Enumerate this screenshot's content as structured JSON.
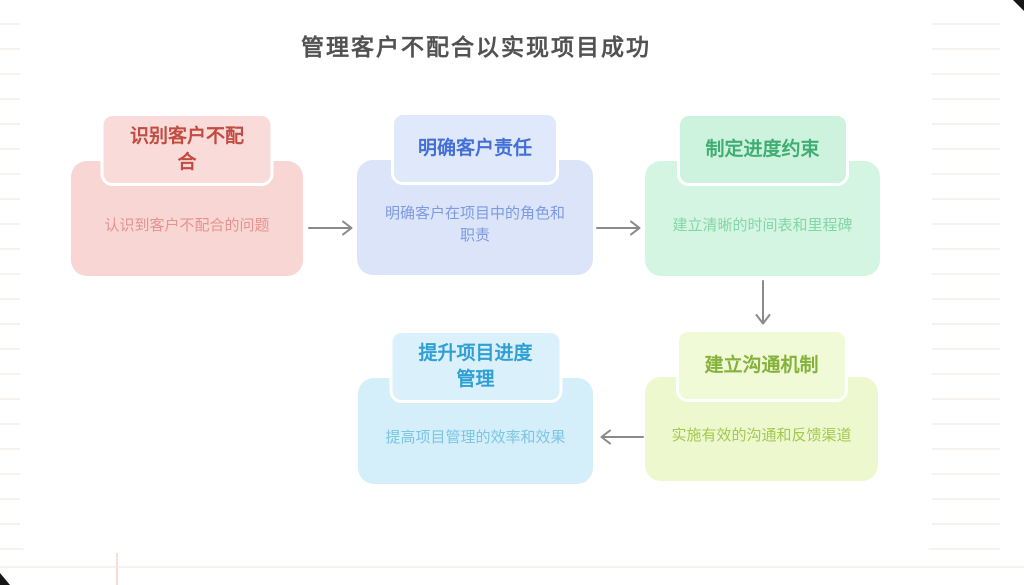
{
  "title": "管理客户不配合以实现项目成功",
  "canvas": {
    "background": "#ffffff",
    "ruled_line_color": "#f5f2f0",
    "arrow_color": "#8a8a8a",
    "title_color": "#525252",
    "corner_mark_color": "#161616",
    "caret_color": "#f8ddd4"
  },
  "nodes": [
    {
      "id": "identify-noncooperation",
      "title": "识别客户不配合",
      "desc": "认识到客户不配合的问题",
      "title_color": "#c24b42",
      "desc_color": "#e4948d",
      "header_bg": "#f9dcd9",
      "body_bg": "#f7d6d3"
    },
    {
      "id": "clarify-responsibility",
      "title": "明确客户责任",
      "desc": "明确客户在项目中的角色和职责",
      "title_color": "#4470d6",
      "desc_color": "#7d9ae2",
      "header_bg": "#e0e9fb",
      "body_bg": "#dbe4f8"
    },
    {
      "id": "set-schedule-constraints",
      "title": "制定进度约束",
      "desc": "建立清晰的时间表和里程碑",
      "title_color": "#3fae72",
      "desc_color": "#83d6a8",
      "header_bg": "#cdf2dd",
      "body_bg": "#d4f5e1"
    },
    {
      "id": "establish-communication",
      "title": "建立沟通机制",
      "desc": "实施有效的沟通和反馈渠道",
      "title_color": "#85b23c",
      "desc_color": "#a3c94e",
      "header_bg": "#f1fad6",
      "body_bg": "#edf8cf"
    },
    {
      "id": "improve-progress-management",
      "title": "提升项目进度管理",
      "desc": "提高项目管理的效率和效果",
      "title_color": "#2f9fd4",
      "desc_color": "#7cc5e3",
      "header_bg": "#daf1fc",
      "body_bg": "#d4eefa"
    }
  ],
  "edges": [
    {
      "from": "identify-noncooperation",
      "to": "clarify-responsibility",
      "direction": "right"
    },
    {
      "from": "clarify-responsibility",
      "to": "set-schedule-constraints",
      "direction": "right"
    },
    {
      "from": "set-schedule-constraints",
      "to": "establish-communication",
      "direction": "down"
    },
    {
      "from": "establish-communication",
      "to": "improve-progress-management",
      "direction": "left"
    }
  ]
}
